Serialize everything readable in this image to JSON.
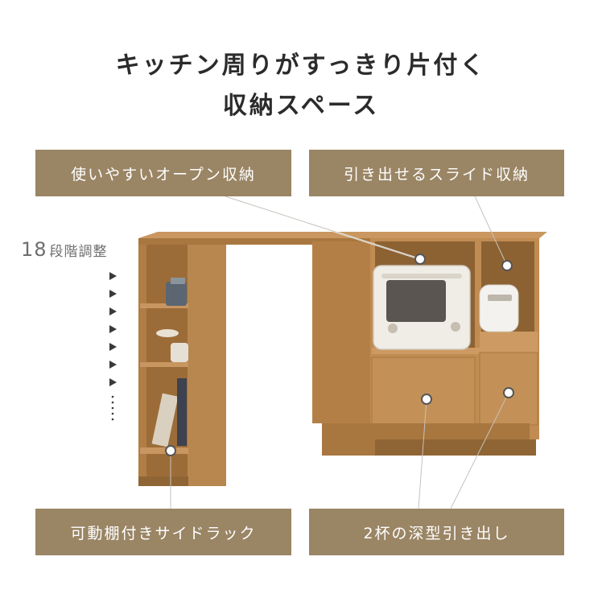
{
  "headline": {
    "line1": "キッチン周りがすっきり片付く",
    "line2": "収納スペース"
  },
  "labels": {
    "open_storage": "使いやすいオープン収納",
    "slide_storage": "引き出せるスライド収納",
    "side_rack": "可動棚付きサイドラック",
    "drawers": "2杯の深型引き出し"
  },
  "steps": {
    "number": "18",
    "text": "段階調整"
  },
  "colors": {
    "label_bg": "#9a8565",
    "wood": "#b8874f",
    "wood_dark": "#8f6535",
    "text": "#2b2b2b"
  }
}
